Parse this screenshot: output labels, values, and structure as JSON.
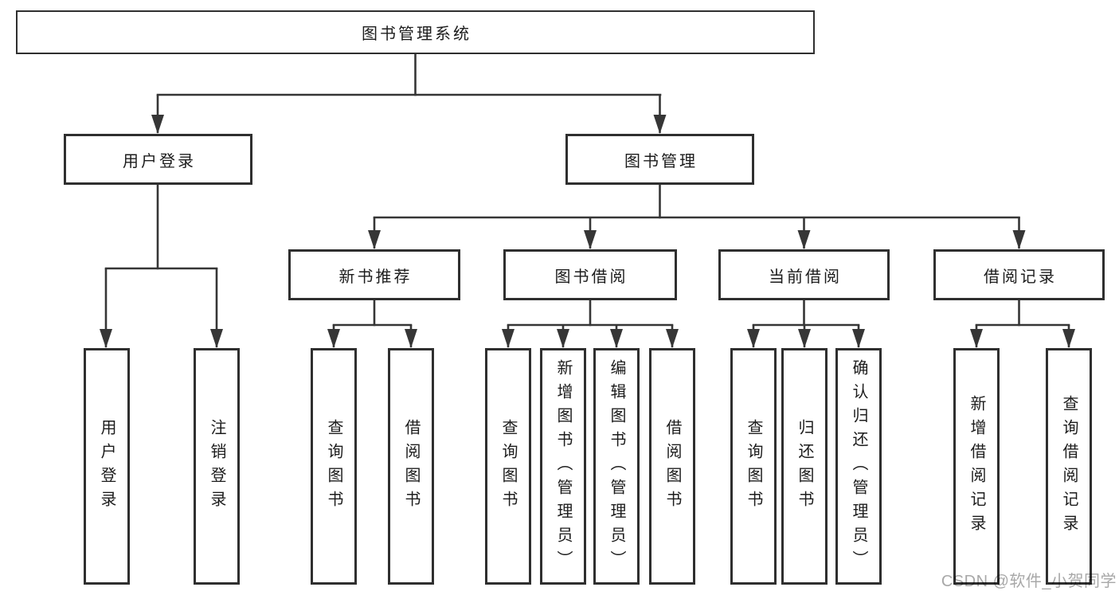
{
  "diagram": {
    "root": "图书管理系统",
    "branches": [
      {
        "label": "用户登录",
        "children": [
          "用户登录",
          "注销登录"
        ]
      },
      {
        "label": "图书管理",
        "children": [
          {
            "label": "新书推荐",
            "children": [
              "查询图书",
              "借阅图书"
            ]
          },
          {
            "label": "图书借阅",
            "children": [
              "查询图书",
              "新增图书（管理员）",
              "编辑图书（管理员）",
              "借阅图书"
            ]
          },
          {
            "label": "当前借阅",
            "children": [
              "查询图书",
              "归还图书",
              "确认归还（管理员）"
            ]
          },
          {
            "label": "借阅记录",
            "children": [
              "新增借阅记录",
              "查询借阅记录"
            ]
          }
        ]
      }
    ]
  },
  "watermark": "CSDN @软件_小贺同学",
  "colors": {
    "line": "#363636",
    "box_border": "#2f2f2f",
    "text": "#1c1c1c",
    "watermark_text": "#a8a8a8",
    "background": "#ffffff"
  }
}
